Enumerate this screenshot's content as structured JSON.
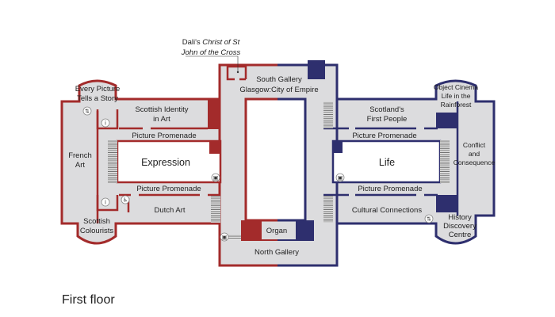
{
  "map": {
    "title": "First floor",
    "colors": {
      "left_wing": "#a32b2b",
      "right_wing": "#2e2f6e",
      "floor": "#dcdcde"
    },
    "annotation": {
      "line1_prefix": "Dali's ",
      "line1_italic": "Christ of St",
      "line2_italic": "John of the Cross"
    },
    "rooms": {
      "every_picture": [
        "Every Picture",
        "Tells a Story"
      ],
      "scottish_identity": [
        "Scottish Identity",
        "in Art"
      ],
      "french_art": [
        "French",
        "Art"
      ],
      "expression": "Expression",
      "promenade_left_top": "Picture Promenade",
      "promenade_left_bottom": "Picture Promenade",
      "dutch_art": "Dutch Art",
      "scottish_colourists": [
        "Scottish",
        "Colourists"
      ],
      "south_gallery": [
        "South Gallery",
        "Glasgow:City of Empire"
      ],
      "organ": "Organ",
      "north_gallery": "North Gallery",
      "scotlands_first_people": [
        "Scotland's",
        "First People"
      ],
      "object_cinema": [
        "Object Cinema",
        "Life in the",
        "Rainforest"
      ],
      "life": "Life",
      "promenade_right_top": "Picture Promenade",
      "promenade_right_bottom": "Picture Promenade",
      "conflict": [
        "Conflict",
        "and",
        "Consequence"
      ],
      "cultural_connections": "Cultural Connections",
      "history_discovery": [
        "History",
        "Discovery",
        "Centre"
      ]
    },
    "icons": [
      "toilet-icon",
      "accessible-toilet-icon",
      "lift-icon",
      "info-icon"
    ]
  }
}
